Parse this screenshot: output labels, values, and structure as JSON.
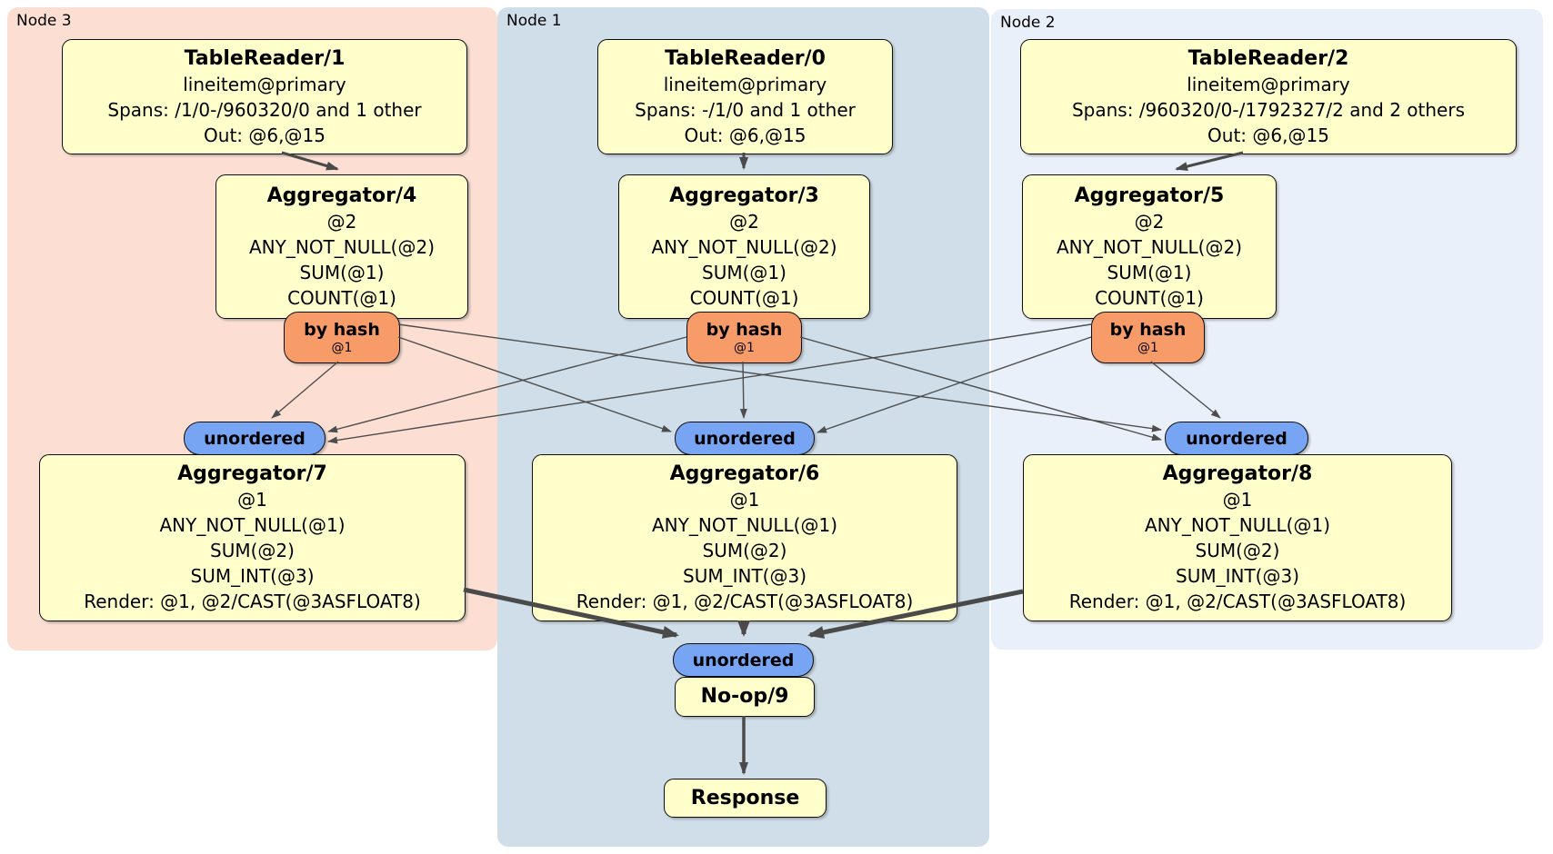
{
  "regions": {
    "node3": {
      "label": "Node 3"
    },
    "node1": {
      "label": "Node 1"
    },
    "node2": {
      "label": "Node 2"
    }
  },
  "processors": {
    "tr1": {
      "title": "TableReader/1",
      "lines": [
        "lineitem@primary",
        "Spans: /1/0-/960320/0 and 1 other",
        "Out: @6,@15"
      ]
    },
    "tr0": {
      "title": "TableReader/0",
      "lines": [
        "lineitem@primary",
        "Spans: -/1/0 and 1 other",
        "Out: @6,@15"
      ]
    },
    "tr2": {
      "title": "TableReader/2",
      "lines": [
        "lineitem@primary",
        "Spans: /960320/0-/1792327/2 and 2 others",
        "Out: @6,@15"
      ]
    },
    "agg4": {
      "title": "Aggregator/4",
      "lines": [
        "@2",
        "ANY_NOT_NULL(@2)",
        "SUM(@1)",
        "COUNT(@1)"
      ]
    },
    "agg3": {
      "title": "Aggregator/3",
      "lines": [
        "@2",
        "ANY_NOT_NULL(@2)",
        "SUM(@1)",
        "COUNT(@1)"
      ]
    },
    "agg5": {
      "title": "Aggregator/5",
      "lines": [
        "@2",
        "ANY_NOT_NULL(@2)",
        "SUM(@1)",
        "COUNT(@1)"
      ]
    },
    "agg7": {
      "title": "Aggregator/7",
      "lines": [
        "@1",
        "ANY_NOT_NULL(@1)",
        "SUM(@2)",
        "SUM_INT(@3)",
        "Render: @1, @2/CAST(@3ASFLOAT8)"
      ]
    },
    "agg6": {
      "title": "Aggregator/6",
      "lines": [
        "@1",
        "ANY_NOT_NULL(@1)",
        "SUM(@2)",
        "SUM_INT(@3)",
        "Render: @1, @2/CAST(@3ASFLOAT8)"
      ]
    },
    "agg8": {
      "title": "Aggregator/8",
      "lines": [
        "@1",
        "ANY_NOT_NULL(@1)",
        "SUM(@2)",
        "SUM_INT(@3)",
        "Render: @1, @2/CAST(@3ASFLOAT8)"
      ]
    },
    "noop": {
      "title": "No-op/9"
    },
    "response": {
      "title": "Response"
    }
  },
  "routers": {
    "hash3": {
      "label": "by hash",
      "detail": "@1"
    },
    "hash1": {
      "label": "by hash",
      "detail": "@1"
    },
    "hash2": {
      "label": "by hash",
      "detail": "@1"
    }
  },
  "syncs": {
    "unordered3": {
      "label": "unordered"
    },
    "unordered1": {
      "label": "unordered"
    },
    "unordered2": {
      "label": "unordered"
    },
    "unordered_final": {
      "label": "unordered"
    }
  },
  "colors": {
    "node3_region": "#fcdfd2",
    "node1_region": "#cfdee9",
    "node2_region": "#eaf0f9",
    "processor_fill": "#ffffcc",
    "router_fill": "#f79b68",
    "sync_fill": "#77a5f4",
    "edge": "#4d4d4d",
    "border": "#0d0d0d"
  }
}
